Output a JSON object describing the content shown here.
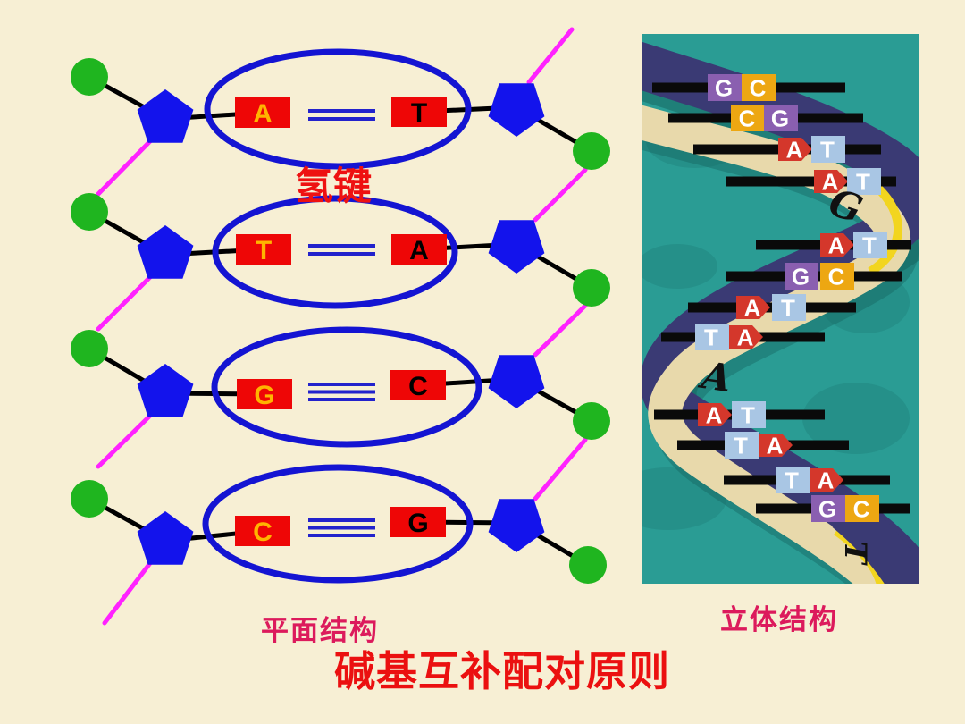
{
  "slide": {
    "background_color": "#F7EFD4"
  },
  "labels": {
    "hydrogen_bond": "氢键",
    "hydrogen_bond_color": "#EE1111",
    "planar_structure": "平面结构",
    "stereo_structure": "立体结构",
    "structure_label_color": "#DC1A5C",
    "title": "碱基互补配对原则",
    "title_color": "#EB1010"
  },
  "diagram": {
    "pairs": [
      {
        "left_base": "A",
        "right_base": "T",
        "bonds": 2
      },
      {
        "left_base": "T",
        "right_base": "A",
        "bonds": 2
      },
      {
        "left_base": "G",
        "right_base": "C",
        "bonds": 3
      },
      {
        "left_base": "C",
        "right_base": "G",
        "bonds": 3
      }
    ],
    "colors": {
      "phosphate_green": "#1FB51F",
      "sugar_blue": "#1313EC",
      "base_box_red": "#EE0606",
      "left_letter_yellow": "#FFB400",
      "right_letter_black": "#000000",
      "ellipse_blue": "#1414D2",
      "bond_blue": "#2222CC",
      "backbone_black": "#000000",
      "strand_magenta": "#FF22FF"
    }
  },
  "helix_image": {
    "background": "#2A9C94",
    "background_dark": "#1E837C",
    "ribbon_front": "#E8D9AB",
    "ribbon_front_edge": "#F2D51F",
    "ribbon_back": "#3A3A74",
    "rung_black": "#0A0A0A",
    "tile_letter_color": "#FFFFFF",
    "script_letter_color": "#111111",
    "tile_colors": {
      "A": "#D4372B",
      "T": "#A9C6E4",
      "G": "#8A5FB0",
      "C": "#EDA712"
    },
    "pairs": [
      [
        "G",
        "C"
      ],
      [
        "C",
        "G"
      ],
      [
        "A",
        "T"
      ],
      [
        "A",
        "T"
      ],
      [
        "A",
        "T"
      ],
      [
        "G",
        "C"
      ],
      [
        "A",
        "T"
      ],
      [
        "T",
        "A"
      ],
      [
        "A",
        "T"
      ],
      [
        "T",
        "A"
      ],
      [
        "T",
        "A"
      ],
      [
        "G",
        "C"
      ]
    ],
    "script_letters": [
      "G",
      "A",
      "T"
    ]
  }
}
